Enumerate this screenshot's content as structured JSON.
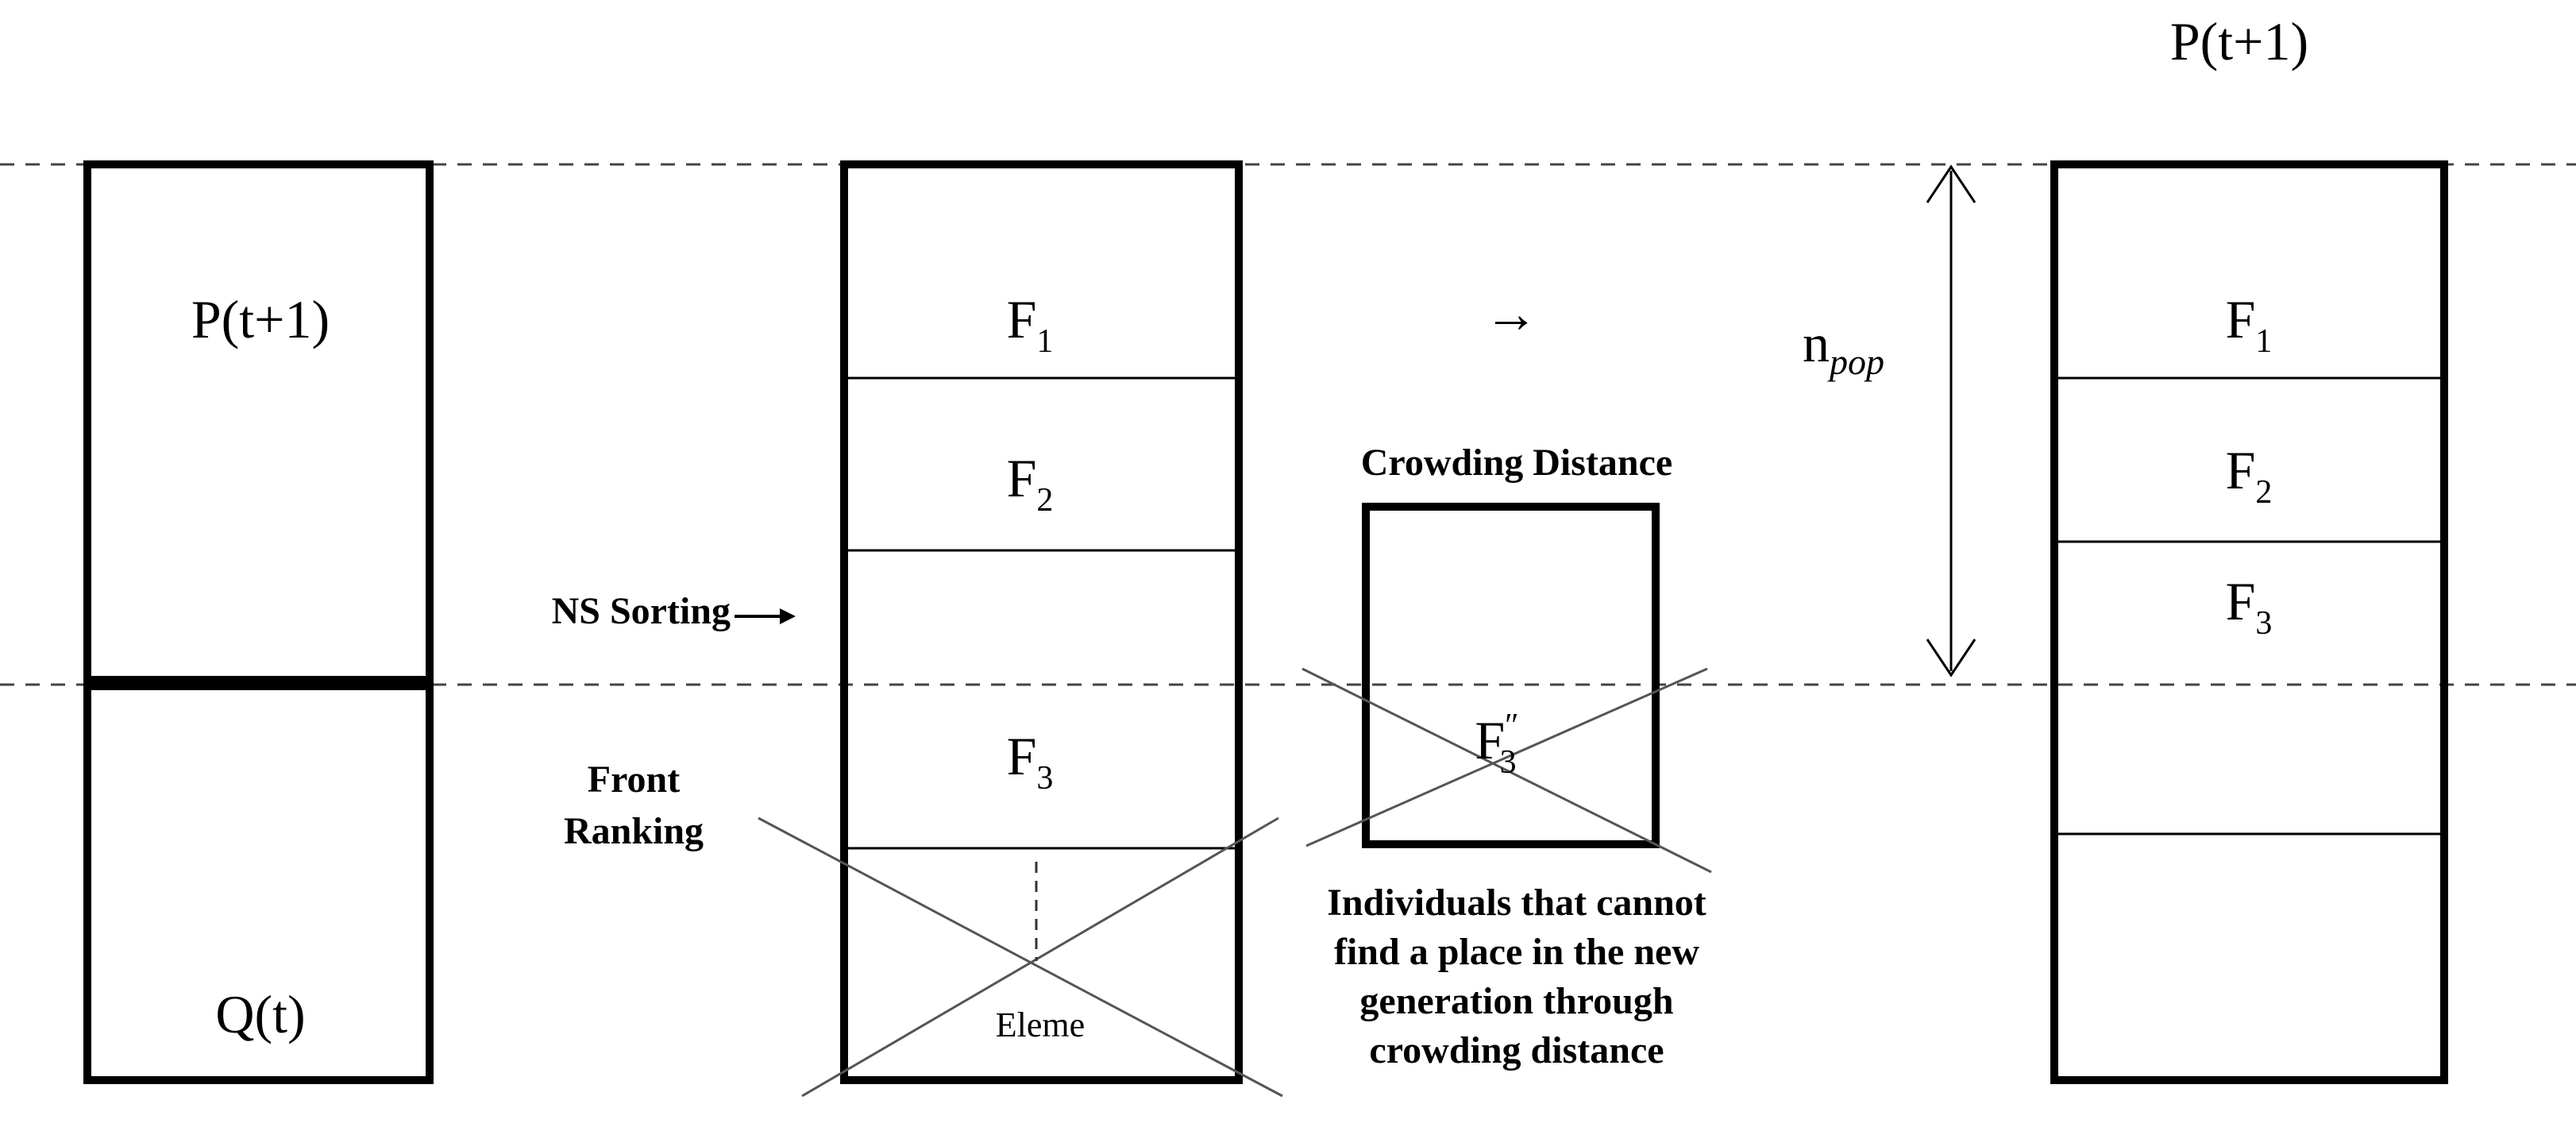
{
  "title_right": "P(t+1)",
  "left_block": {
    "top_label": "P(t+1)",
    "bottom_label": "Q(t)"
  },
  "sorted_block": {
    "fronts": [
      {
        "base": "F",
        "sub": "1"
      },
      {
        "base": "F",
        "sub": "2"
      },
      {
        "base": "F",
        "sub": "3"
      }
    ],
    "rejected_label": "Eleme"
  },
  "labels": {
    "ns_sorting": "NS Sorting",
    "front_ranking_line1": "Front",
    "front_ranking_line2": "Ranking",
    "crowding_distance": "Crowding Distance",
    "arrow_glyph": "→",
    "npop_base": "n",
    "npop_sub": "pop",
    "individuals_lines": [
      "Individuals that cannot",
      "find a place in the new",
      "generation through",
      "crowding distance"
    ]
  },
  "crowding_block": {
    "base": "F",
    "prime": "″",
    "sub": "3"
  },
  "result_block": {
    "fronts": [
      {
        "base": "F",
        "sub": "1"
      },
      {
        "base": "F",
        "sub": "2"
      },
      {
        "base": "F",
        "sub": "3"
      }
    ]
  }
}
